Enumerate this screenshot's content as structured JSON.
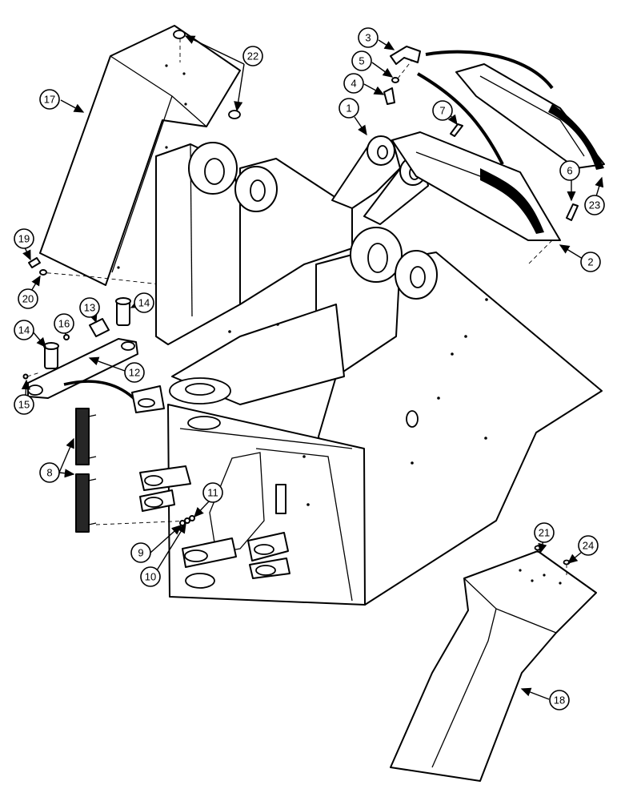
{
  "callouts": [
    {
      "id": "c1",
      "label": "1"
    },
    {
      "id": "c2",
      "label": "2"
    },
    {
      "id": "c3",
      "label": "3"
    },
    {
      "id": "c4",
      "label": "4"
    },
    {
      "id": "c5",
      "label": "5"
    },
    {
      "id": "c6",
      "label": "6"
    },
    {
      "id": "c7",
      "label": "7"
    },
    {
      "id": "c8",
      "label": "8"
    },
    {
      "id": "c9",
      "label": "9"
    },
    {
      "id": "c10",
      "label": "10"
    },
    {
      "id": "c11",
      "label": "11"
    },
    {
      "id": "c12",
      "label": "12"
    },
    {
      "id": "c13",
      "label": "13"
    },
    {
      "id": "c14a",
      "label": "14"
    },
    {
      "id": "c14b",
      "label": "14"
    },
    {
      "id": "c15",
      "label": "15"
    },
    {
      "id": "c16",
      "label": "16"
    },
    {
      "id": "c17",
      "label": "17"
    },
    {
      "id": "c18",
      "label": "18"
    },
    {
      "id": "c19",
      "label": "19"
    },
    {
      "id": "c20",
      "label": "20"
    },
    {
      "id": "c21",
      "label": "21"
    },
    {
      "id": "c22",
      "label": "22"
    },
    {
      "id": "c23",
      "label": "23"
    },
    {
      "id": "c24",
      "label": "24"
    }
  ]
}
